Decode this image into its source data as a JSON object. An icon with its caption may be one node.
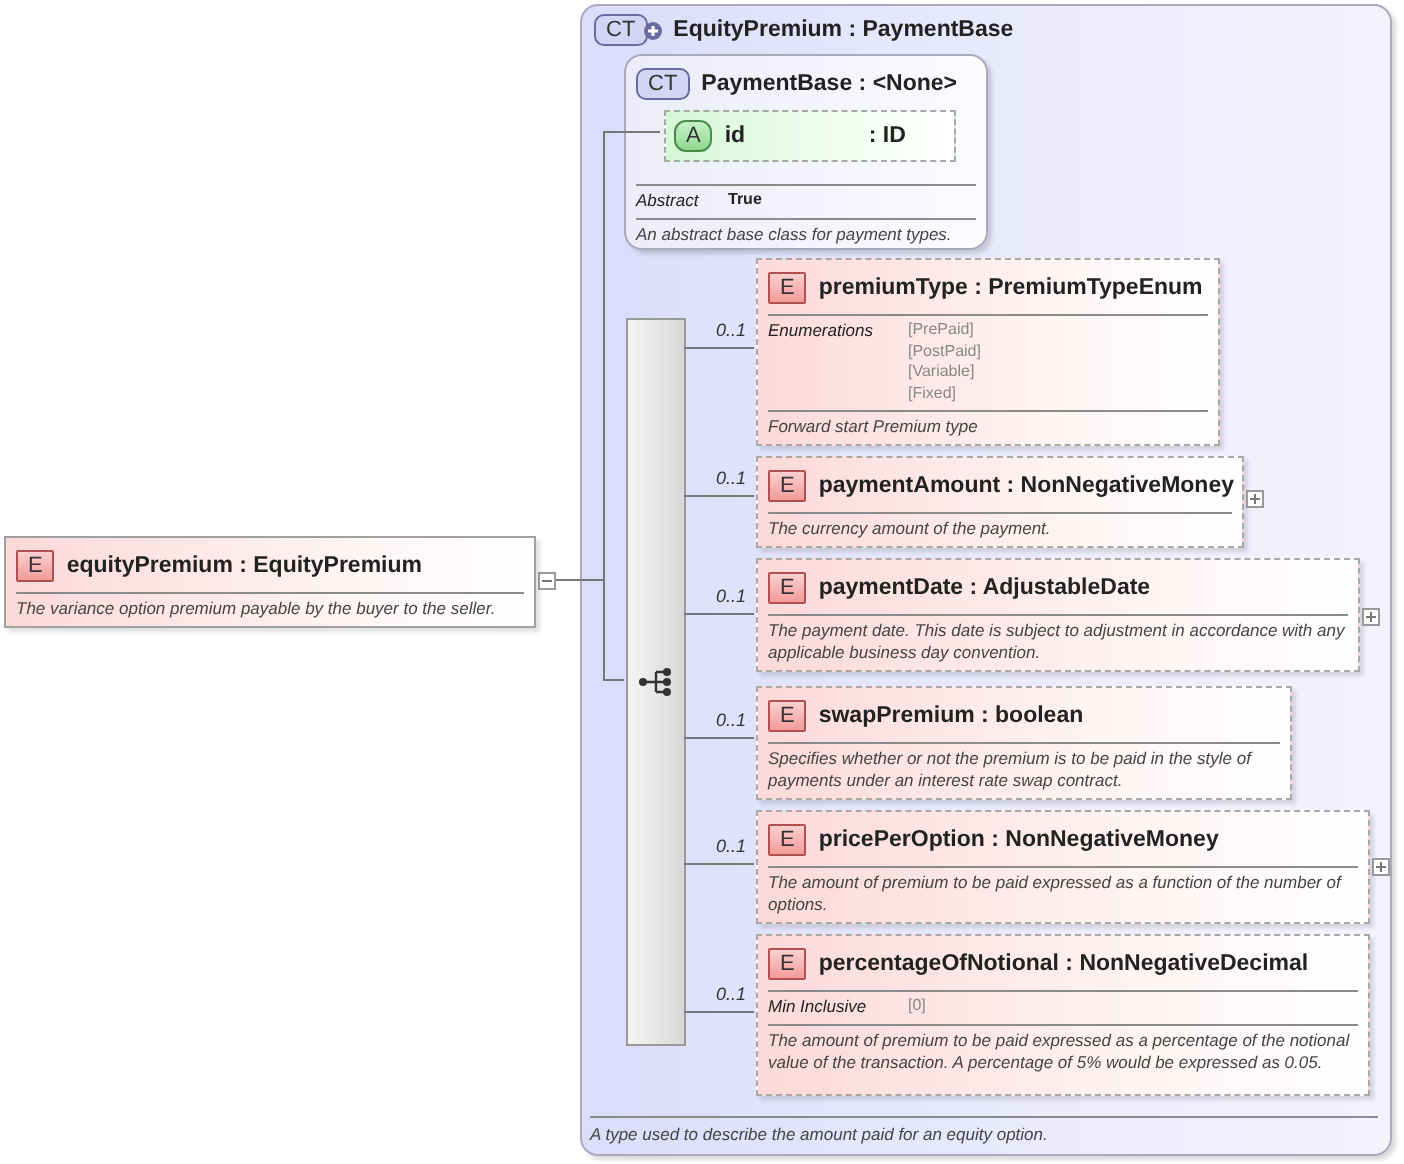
{
  "diagram": {
    "nodes": [
      {
        "text": [
          "E",
          "equityPremium : EquityPremium",
          "The variance option premium payable by the buyer to the seller."
        ]
      },
      {
        "text": [
          "CT",
          "EquityPremium : PaymentBase",
          "A type used to describe the amount paid for an equity option."
        ]
      },
      {
        "text": [
          "CT",
          "PaymentBase : <None>",
          "Abstract",
          "True",
          "An abstract base class for payment types."
        ],
        "in": 1
      },
      {
        "text": [
          "A",
          "id",
          ": ID"
        ],
        "in": 2
      },
      {
        "text": [],
        "shape": "bar",
        "in": 1
      },
      {
        "text": [
          "E",
          "premiumType : PremiumTypeEnum",
          "Enumerations",
          "[PrePaid]",
          "[PostPaid]",
          "[Variable]",
          "[Fixed]",
          "Forward start Premium type"
        ],
        "in": 1,
        "beside": [
          "0..1"
        ]
      },
      {
        "text": [
          "E",
          "paymentAmount : NonNegativeMoney",
          "The currency amount of the payment."
        ],
        "in": 1,
        "beside": [
          "0..1"
        ]
      },
      {
        "text": [
          "E",
          "paymentDate : AdjustableDate",
          "The payment date. This date is subject to adjustment in accordance with any applicable business day convention."
        ],
        "in": 1,
        "beside": [
          "0..1"
        ]
      },
      {
        "text": [
          "E",
          "swapPremium : boolean",
          "Specifies whether or not the premium is to be paid in the style of payments under an interest rate swap contract."
        ],
        "in": 1,
        "beside": [
          "0..1"
        ]
      },
      {
        "text": [
          "E",
          "pricePerOption : NonNegativeMoney",
          "The amount of premium to be paid expressed as a function of the number of options."
        ],
        "in": 1,
        "beside": [
          "0..1"
        ]
      },
      {
        "text": [
          "E",
          "percentageOfNotional : NonNegativeDecimal",
          "Min Inclusive",
          "[0]",
          "The amount of premium to be paid expressed as a percentage of the notional value of the transaction. A percentage of 5% would be expressed as 0.05."
        ],
        "in": 1,
        "beside": [
          "0..1"
        ]
      }
    ],
    "edges": [
      {
        "from": 0,
        "to": 3,
        "arrow": "none"
      },
      {
        "from": 0,
        "to": 4,
        "arrow": "none"
      },
      {
        "from": 4,
        "to": 5,
        "arrow": "none"
      },
      {
        "from": 4,
        "to": 6,
        "arrow": "none"
      },
      {
        "from": 4,
        "to": 7,
        "arrow": "none"
      },
      {
        "from": 4,
        "to": 8,
        "arrow": "none"
      },
      {
        "from": 4,
        "to": 9,
        "arrow": "none"
      },
      {
        "from": 4,
        "to": 10,
        "arrow": "none"
      }
    ]
  }
}
